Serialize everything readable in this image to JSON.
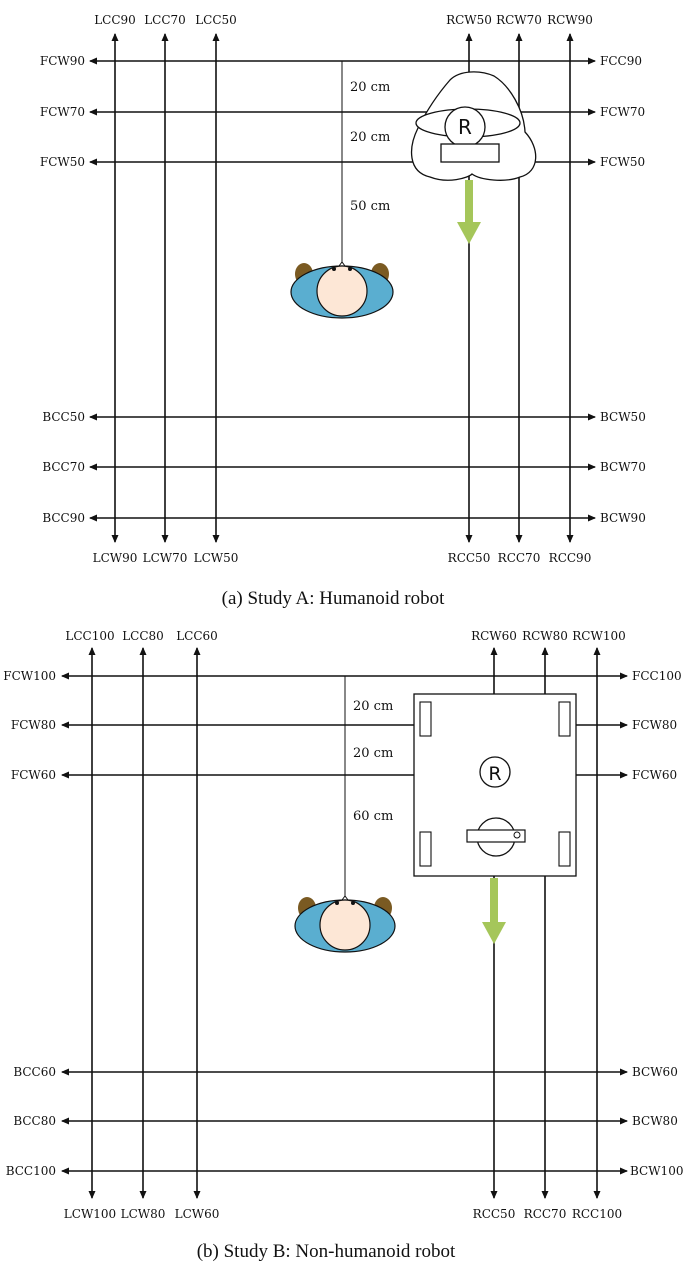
{
  "figure_a": {
    "caption": "(a) Study A: Humanoid robot",
    "robot_mark": "R",
    "top_labels": [
      "LCC90",
      "LCC70",
      "LCC50",
      "RCW50",
      "RCW70",
      "RCW90"
    ],
    "bottom_labels": [
      "LCW90",
      "LCW70",
      "LCW50",
      "RCC50",
      "RCC70",
      "RCC90"
    ],
    "left_labels": [
      "FCW90",
      "FCW70",
      "FCW50",
      "BCC50",
      "BCC70",
      "BCC90"
    ],
    "right_labels": [
      "FCC90",
      "FCW70",
      "FCW50",
      "BCW50",
      "BCW70",
      "BCW90"
    ],
    "distances": [
      "20 cm",
      "20 cm",
      "50 cm"
    ]
  },
  "figure_b": {
    "caption": "(b) Study B: Non-humanoid robot",
    "robot_mark": "R",
    "top_labels": [
      "LCC100",
      "LCC80",
      "LCC60",
      "RCW60",
      "RCW80",
      "RCW100"
    ],
    "bottom_labels": [
      "LCW100",
      "LCW80",
      "LCW60",
      "RCC50",
      "RCC70",
      "RCC100"
    ],
    "left_labels": [
      "FCW100",
      "FCW80",
      "FCW60",
      "BCC60",
      "BCC80",
      "BCC100"
    ],
    "right_labels": [
      "FCC100",
      "FCW80",
      "FCW60",
      "BCW60",
      "BCW80",
      "BCW100"
    ],
    "distances": [
      "20 cm",
      "20 cm",
      "60 cm"
    ]
  },
  "colors": {
    "line": "#111111",
    "arrow_green": "#a5c65a",
    "person_body": "#5aaed0",
    "person_head": "#fde7d6",
    "person_hands": "#7a5a22"
  }
}
